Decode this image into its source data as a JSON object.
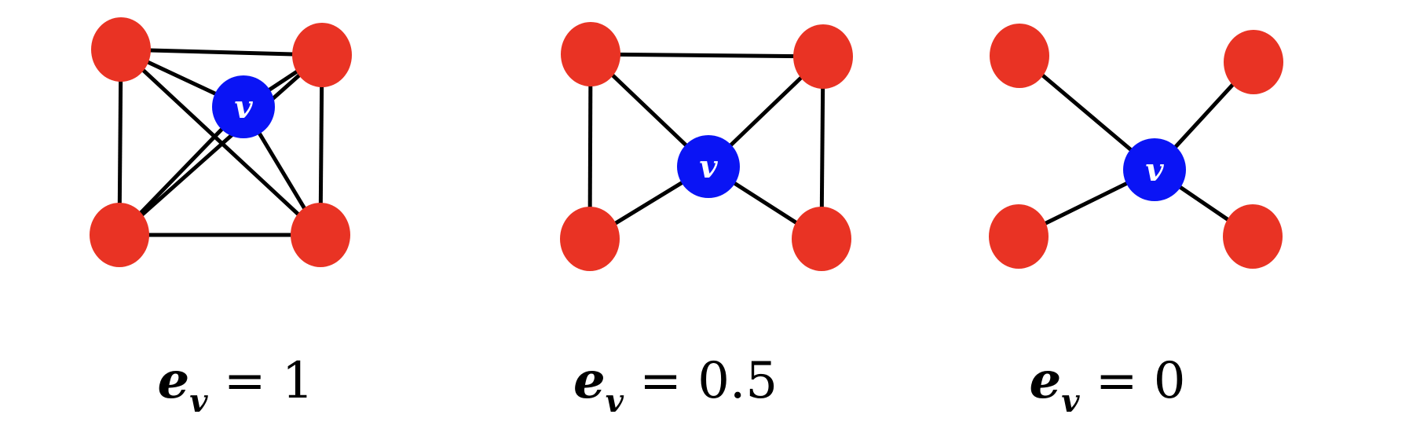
{
  "colors": {
    "neighbor": "#e93324",
    "center": "#0a14f5",
    "edge": "#000000",
    "center_text": "#ffffff"
  },
  "center_label": "v",
  "graphs": [
    {
      "label": {
        "base": "e",
        "sub": "v",
        "rest": " = 1"
      },
      "edges": [
        [
          "tl",
          "tr"
        ],
        [
          "bl",
          "br"
        ],
        [
          "tl",
          "bl"
        ],
        [
          "tr",
          "br"
        ],
        [
          "tl",
          "br"
        ],
        [
          "tr",
          "bl"
        ],
        [
          "tl",
          "v"
        ],
        [
          "tr",
          "v"
        ],
        [
          "bl",
          "v"
        ],
        [
          "br",
          "v"
        ]
      ]
    },
    {
      "label": {
        "base": "e",
        "sub": "v",
        "rest": " = 0.5"
      },
      "edges": [
        [
          "tl",
          "tr"
        ],
        [
          "tl",
          "bl"
        ],
        [
          "tr",
          "br"
        ],
        [
          "tl",
          "v"
        ],
        [
          "tr",
          "v"
        ],
        [
          "bl",
          "v"
        ],
        [
          "br",
          "v"
        ]
      ]
    },
    {
      "label": {
        "base": "e",
        "sub": "v",
        "rest": " = 0"
      },
      "edges": [
        [
          "tl",
          "v"
        ],
        [
          "tr",
          "v"
        ],
        [
          "bl",
          "v"
        ],
        [
          "br",
          "v"
        ]
      ]
    }
  ]
}
